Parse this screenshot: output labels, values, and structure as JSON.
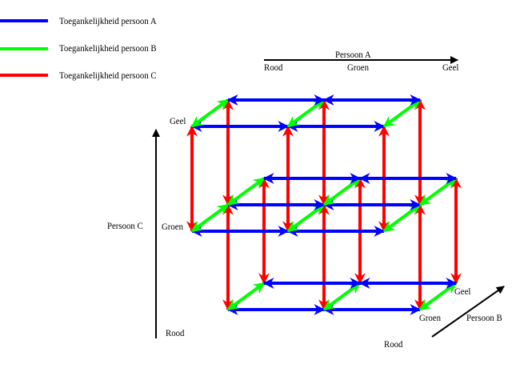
{
  "legend": [
    {
      "label": "Toegankelijkheid persoon A",
      "color": "#0000ff"
    },
    {
      "label": "Toegankelijkheid persoon B",
      "color": "#00ff00"
    },
    {
      "label": "Toegankelijkheid persoon C",
      "color": "#ff0000"
    }
  ],
  "axes": {
    "a": {
      "title": "Persoon A",
      "values": [
        "Rood",
        "Groen",
        "Geel"
      ]
    },
    "b": {
      "title": "Persoon B",
      "values": [
        "Rood",
        "Groen",
        "Geel"
      ]
    },
    "c": {
      "title": "Persoon C",
      "values": [
        "Rood",
        "Groen",
        "Geel"
      ]
    }
  },
  "colors": {
    "a": "#0000ff",
    "b": "#00ff00",
    "c": "#ff0000",
    "axis": "#000000"
  }
}
